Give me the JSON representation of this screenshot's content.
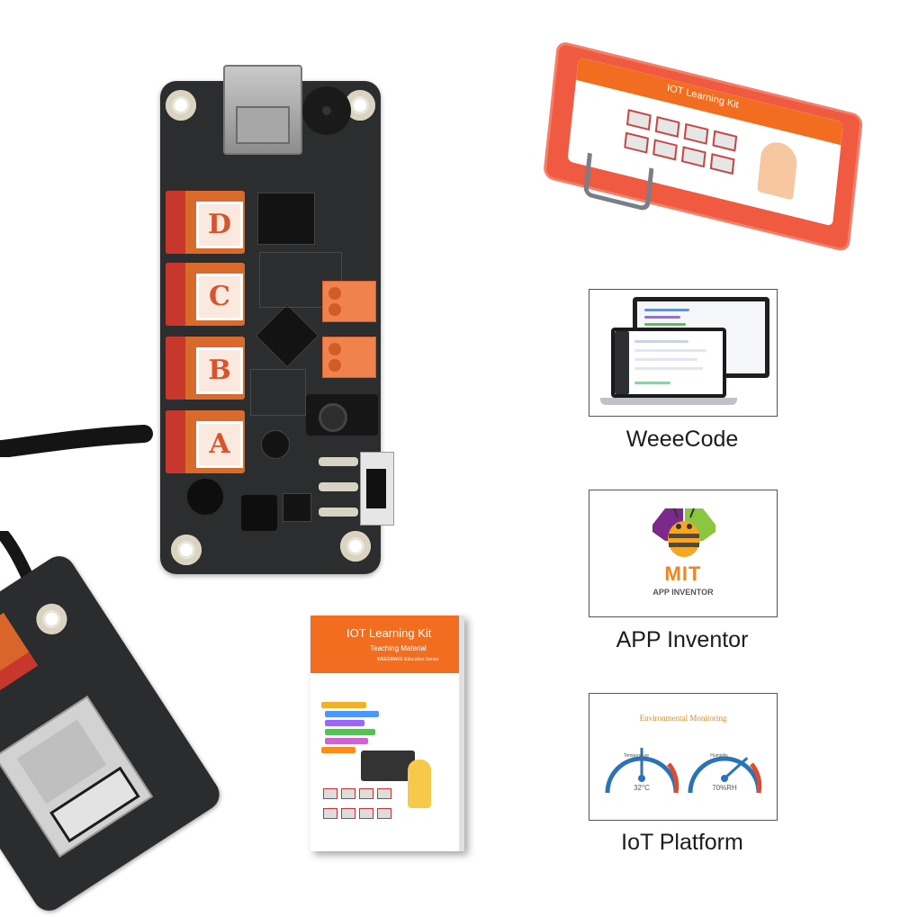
{
  "colors": {
    "board": "#2c2d2f",
    "key_orange": "#d96a2c",
    "key_red": "#c8372b",
    "brand_orange": "#f26d1f",
    "case_red": "#f05a40",
    "mit_orange": "#f5821f",
    "mit_purple": "#7b2a8c",
    "mit_green": "#8cc63f"
  },
  "board": {
    "keys": [
      "D",
      "C",
      "B",
      "A"
    ]
  },
  "kit_case": {
    "label": "IOT Learning Kit"
  },
  "book": {
    "title": "IOT Learning Kit",
    "subtitle": "Teaching Material",
    "series": "WEEEMAKE Education Series"
  },
  "panels": [
    {
      "caption": "WeeeCode",
      "icon": "laptop-monitor-icon"
    },
    {
      "caption": "APP Inventor",
      "icon": "mit-app-inventor-logo",
      "logo_text": "MIT",
      "logo_sub": "APP INVENTOR"
    },
    {
      "caption": "IoT Platform",
      "icon": "gauge-icon",
      "dashboard_title": "Environmental Monitoring",
      "gauges": [
        {
          "label": "Temperature",
          "value": "32°C",
          "level": 0.5
        },
        {
          "label": "Humidity",
          "value": "70%RH",
          "level": 0.7
        }
      ]
    }
  ]
}
